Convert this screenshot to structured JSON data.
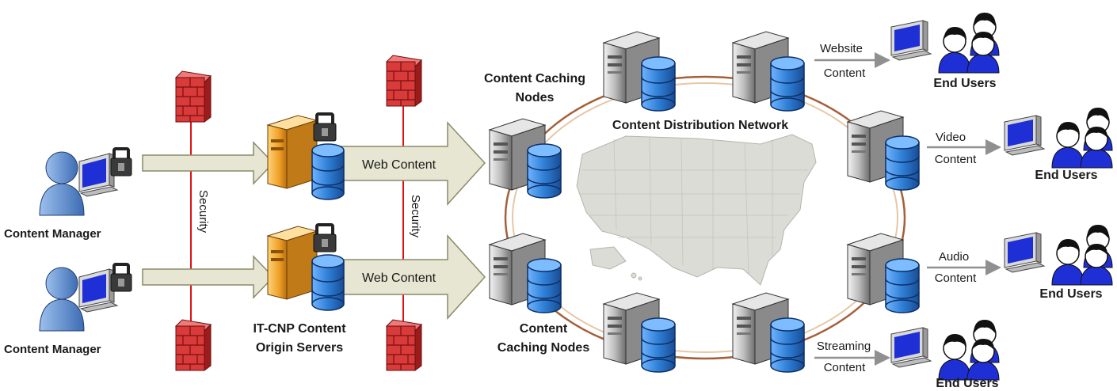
{
  "labels": {
    "content_manager_top": "Content Manager",
    "content_manager_bottom": "Content Manager",
    "security_left": "Security",
    "security_right": "Security",
    "web_content_top": "Web Content",
    "web_content_bottom": "Web Content",
    "origin_servers_line1": "IT-CNP Content",
    "origin_servers_line2": "Origin Servers",
    "caching_nodes_top_line1": "Content Caching",
    "caching_nodes_top_line2": "Nodes",
    "caching_nodes_bottom_line1": "Content",
    "caching_nodes_bottom_line2": "Caching Nodes",
    "cdn_title": "Content Distribution Network",
    "outputs": [
      {
        "line1": "Website",
        "line2": "Content",
        "users": "End Users"
      },
      {
        "line1": "Video",
        "line2": "Content",
        "users": "End Users"
      },
      {
        "line1": "Audio",
        "line2": "Content",
        "users": "End Users"
      },
      {
        "line1": "Streaming",
        "line2": "Content",
        "users": "End Users"
      }
    ]
  },
  "colors": {
    "firewall": "#d93a3a",
    "security_line": "#e01010",
    "arrow_fill": "#e6e6d2",
    "arrow_stroke": "#8a8a6a",
    "ring": "#a5603a",
    "db_blue": "#2f7fd6",
    "server_gray": "#7a7a7a",
    "origin_orange": "#f0a028",
    "user_blue": "#4f7fc4",
    "map_gray": "#dcdcd6"
  },
  "icons": [
    "user-icon",
    "monitor-icon",
    "lock-icon",
    "firewall-icon",
    "server-icon",
    "database-icon",
    "origin-server-icon",
    "map-icon",
    "end-users-icon"
  ]
}
